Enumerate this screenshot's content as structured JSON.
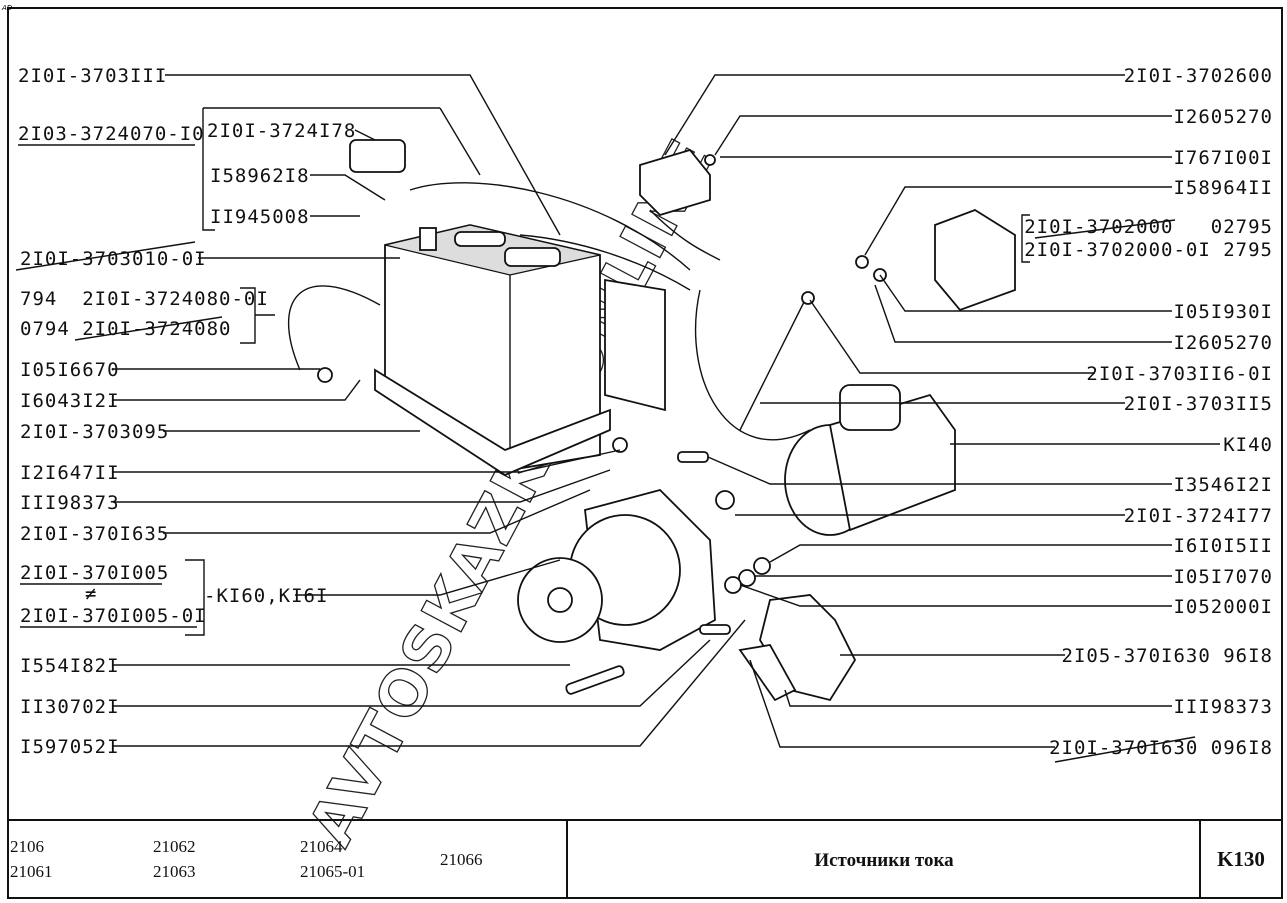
{
  "corner_mark": "AD",
  "watermark": "AVTOSKAZKA.ONLINE",
  "left_labels": {
    "l1": "2I0I-3703III",
    "l2": "2I03-3724070-I0",
    "l3": "2I0I-3724I78",
    "l4": "I58962I8",
    "l5": "II945008",
    "l6": "2I0I-3703010-0I",
    "l7": "794  2I0I-3724080-0I",
    "l8": "0794 2I0I-3724080",
    "l9": "I05I6670",
    "l10": "I6043I2I",
    "l11": "2I0I-3703095",
    "l12": "I2I647II",
    "l13": "III98373",
    "l14": "2I0I-370I635",
    "l15": "2I0I-370I005",
    "l15_sep": "≠",
    "l16": "2I0I-370I005-0I",
    "l17": "-KI60,KI6I",
    "l18": "I554I82I",
    "l19": "II30702I",
    "l20": "I597052I"
  },
  "right_labels": {
    "r1": "2I0I-3702600",
    "r2": "I2605270",
    "r3": "I767I00I",
    "r4": "I58964II",
    "r5": "2I0I-3702000   02795",
    "r6": "2I0I-3702000-0I 2795",
    "r7": "I05I930I",
    "r8": "I2605270",
    "r9": "2I0I-3703II6-0I",
    "r10": "2I0I-3703II5",
    "r11": "KI40",
    "r12": "I3546I2I",
    "r13": "2I0I-3724I77",
    "r14": "I6I0I5II",
    "r15": "I05I7070",
    "r16": "I052000I",
    "r17": "2I05-370I630 96I8",
    "r18": "III98373",
    "r19": "2I0I-370I630 096I8"
  },
  "footer": {
    "models": [
      "2106",
      "21061",
      "21062",
      "21063",
      "21064",
      "21065-01",
      "21066"
    ],
    "title": "Источники тока",
    "code": "K130"
  }
}
